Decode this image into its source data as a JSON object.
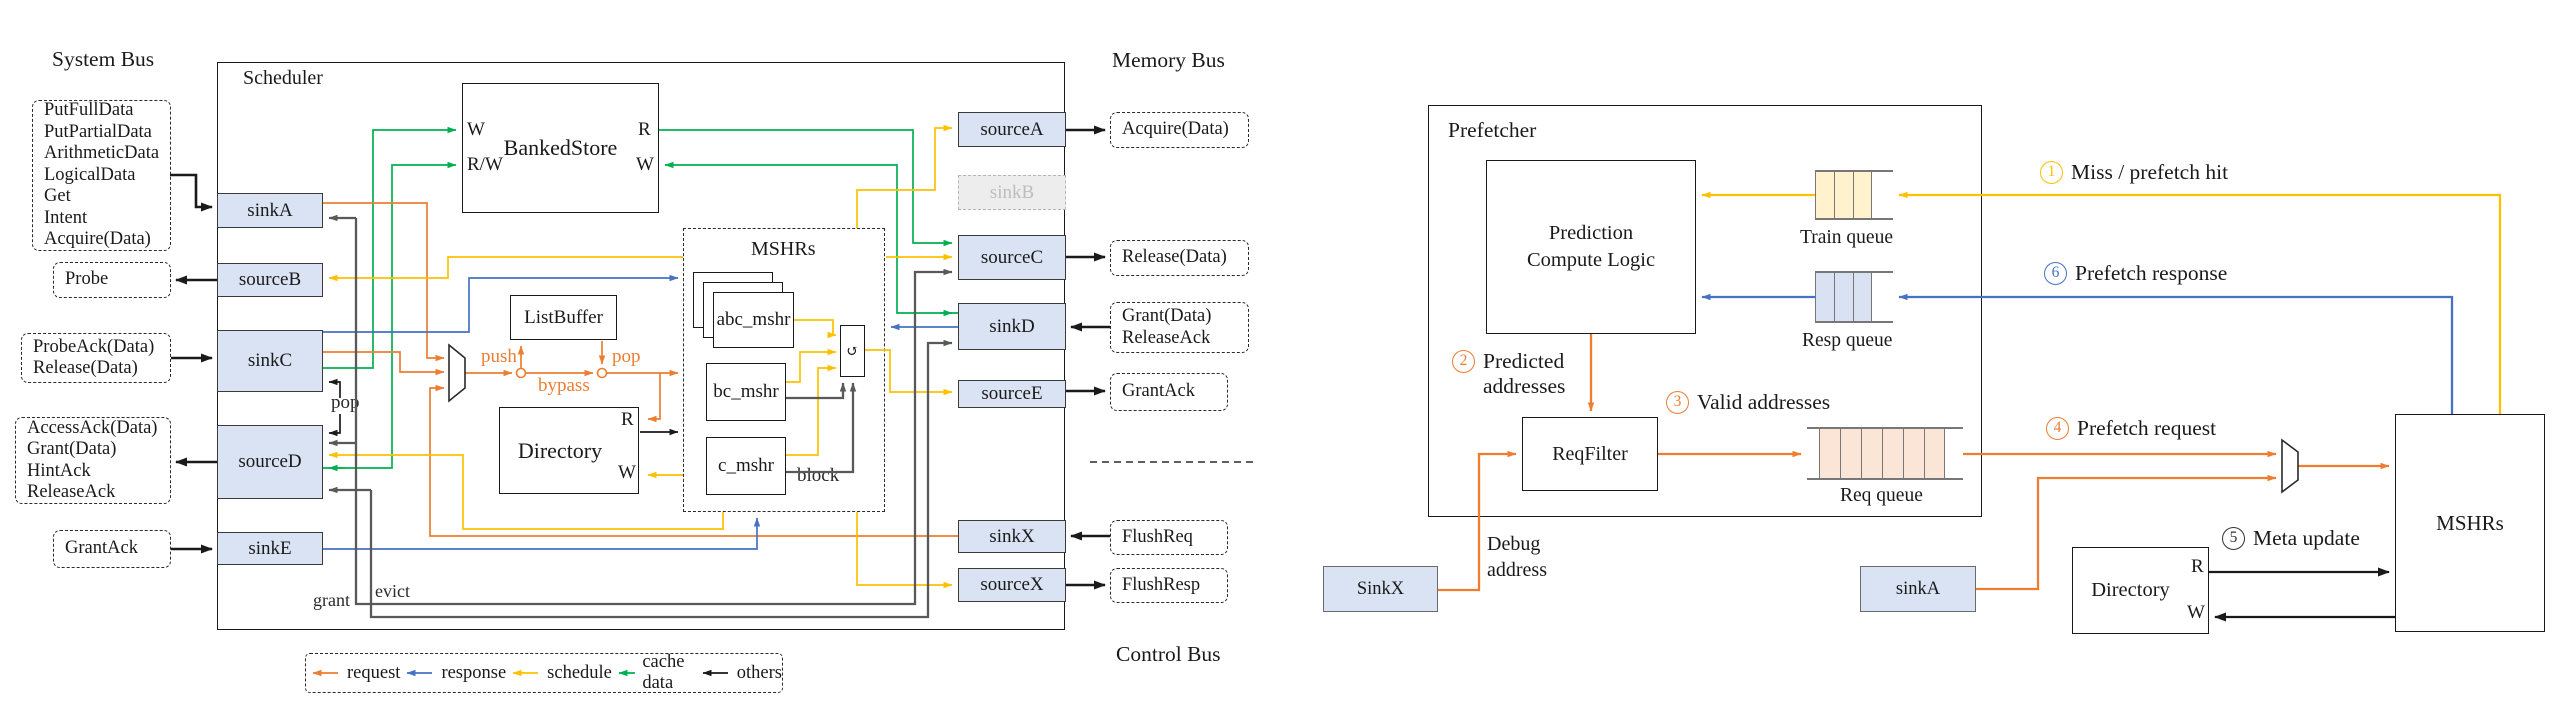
{
  "colors": {
    "request": "#ED7D31",
    "response": "#4472C4",
    "schedule": "#FFC000",
    "cache_data": "#00B050",
    "others": "#1A1A1A",
    "gray": "#595959",
    "box_fill": "#DAE3F3",
    "disabled_fill": "#EDEDED",
    "disabled_text": "#BDBDBD",
    "train_fill": "#FFF2CC",
    "resp_fill": "#D9E2F3",
    "req_fill": "#FBE5D6"
  },
  "icons": {
    "arbiter": "↺"
  },
  "left": {
    "bus": {
      "system": "System Bus",
      "memory": "Memory Bus",
      "control": "Control Bus"
    },
    "scheduler": {
      "title": "Scheduler",
      "modules": {
        "banked_store": "BankedStore",
        "list_buffer": "ListBuffer",
        "directory": "Directory",
        "mshrs": "MSHRs",
        "abc_mshr": "abc_mshr",
        "bc_mshr": "bc_mshr",
        "c_mshr": "c_mshr"
      },
      "pins": {
        "r": "R",
        "w": "W",
        "rw": "R/W"
      },
      "wires": {
        "push": "push",
        "pop": "pop",
        "bypass": "bypass",
        "pop2": "pop",
        "grant": "grant",
        "evict": "evict",
        "block": "block"
      },
      "ports": {
        "sinkA": "sinkA",
        "sourceB": "sourceB",
        "sinkC": "sinkC",
        "sourceD": "sourceD",
        "sinkE": "sinkE",
        "sourceA": "sourceA",
        "sinkB": "sinkB",
        "sourceC": "sourceC",
        "sinkD": "sinkD",
        "sourceE": "sourceE",
        "sinkX": "sinkX",
        "sourceX": "sourceX"
      }
    },
    "io": {
      "a_in": "PutFullData\nPutPartialData\nArithmeticData\nLogicalData\nGet\nIntent\nAcquire(Data)",
      "probe_out": "Probe",
      "c_in": "ProbeAck(Data)\nRelease(Data)",
      "d_out": "AccessAck(Data)\nGrant(Data)\nHintAck\nReleaseAck",
      "e_in": "GrantAck",
      "acquire_out": "Acquire(Data)",
      "release_out": "Release(Data)",
      "grant_in": "Grant(Data)\nReleaseAck",
      "grantack_out": "GrantAck",
      "flushreq_in": "FlushReq",
      "flushresp_out": "FlushResp"
    },
    "legend": {
      "items": [
        {
          "label": "request",
          "color": "#ED7D31"
        },
        {
          "label": "response",
          "color": "#4472C4"
        },
        {
          "label": "schedule",
          "color": "#FFC000"
        },
        {
          "label": "cache data",
          "color": "#00B050"
        },
        {
          "label": "others",
          "color": "#1A1A1A"
        }
      ]
    }
  },
  "right": {
    "prefetcher_title": "Prefetcher",
    "modules": {
      "pcl": "Prediction\nCompute Logic",
      "req_filter": "ReqFilter",
      "mshrs": "MSHRs",
      "directory": "Directory",
      "sink_x": "SinkX",
      "sink_a": "sinkA"
    },
    "pins": {
      "r": "R",
      "w": "W"
    },
    "queues": {
      "train": "Train queue",
      "resp": "Resp queue",
      "req": "Req queue"
    },
    "labels": {
      "debug": "Debug\naddress"
    },
    "annotations": [
      {
        "num": "1",
        "text": "Miss / prefetch hit",
        "color": "#FFC000"
      },
      {
        "num": "2",
        "text": "Predicted\naddresses",
        "color": "#ED7D31"
      },
      {
        "num": "3",
        "text": "Valid addresses",
        "color": "#ED7D31"
      },
      {
        "num": "4",
        "text": "Prefetch request",
        "color": "#ED7D31"
      },
      {
        "num": "5",
        "text": "Meta update",
        "color": "#333333"
      },
      {
        "num": "6",
        "text": "Prefetch response",
        "color": "#4472C4"
      }
    ]
  }
}
